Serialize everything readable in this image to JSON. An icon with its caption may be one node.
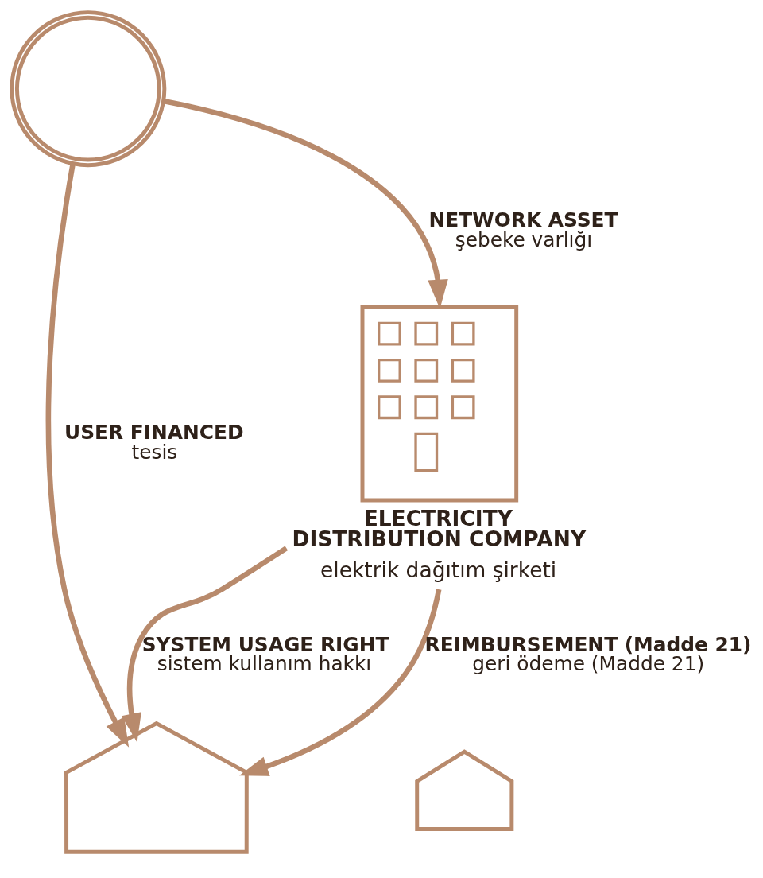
{
  "diagram": {
    "nodes": [
      {
        "text": [],
        "shape": "picture"
      },
      {
        "text": [],
        "shape": "picture"
      },
      {
        "text": [],
        "shape": "picture",
        "beside": [
          "ELECTRICITY DISTRIBUTION COMPANY",
          "elektrik dağıtım şirketi"
        ]
      },
      {
        "text": [],
        "shape": "picture"
      }
    ],
    "edges": [
      {
        "from": 0,
        "to": 1,
        "arrow": "to",
        "label": "USER FINANCED tesis"
      },
      {
        "from": 0,
        "to": 2,
        "arrow": "to",
        "label": "NETWORK ASSET şebeke varlığı"
      },
      {
        "from": 2,
        "to": 1,
        "arrow": "to",
        "label": "SYSTEM USAGE RIGHT sistem kullanım hakkı"
      },
      {
        "from": 2,
        "to": 1,
        "arrow": "to",
        "label": "REIMBURSEMENT (Madde 21) geri ödeme (Madde 21)"
      }
    ]
  }
}
